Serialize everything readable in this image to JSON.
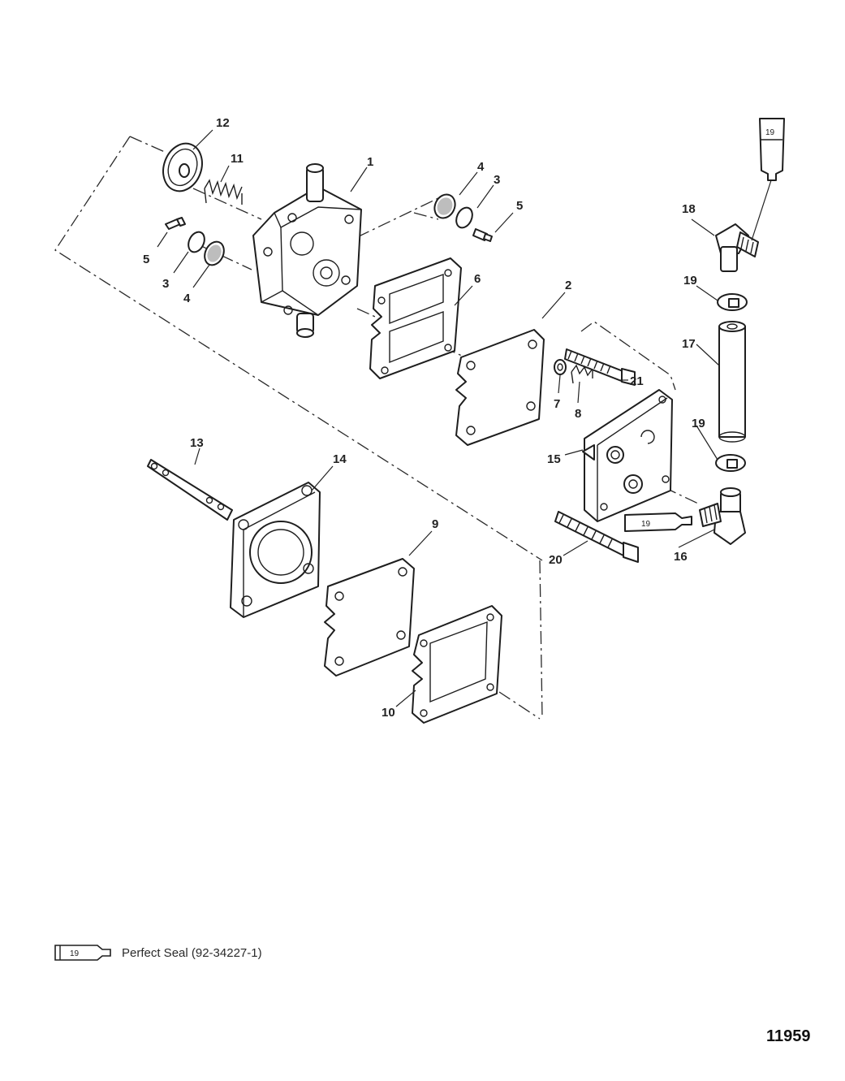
{
  "callouts": {
    "c1": "1",
    "c2": "2",
    "c3a": "3",
    "c3b": "3",
    "c4a": "4",
    "c4b": "4",
    "c5a": "5",
    "c5b": "5",
    "c6": "6",
    "c7": "7",
    "c8": "8",
    "c9": "9",
    "c10": "10",
    "c11": "11",
    "c12": "12",
    "c13": "13",
    "c14": "14",
    "c15": "15",
    "c16": "16",
    "c17": "17",
    "c18": "18",
    "c19a": "19",
    "c19b": "19",
    "c20": "20",
    "c21": "21"
  },
  "tube_labels": {
    "t1": "19",
    "t2": "19"
  },
  "legend": {
    "tube_label": "19",
    "text": "Perfect Seal (92-34227-1)"
  },
  "diagram_number": "11959"
}
